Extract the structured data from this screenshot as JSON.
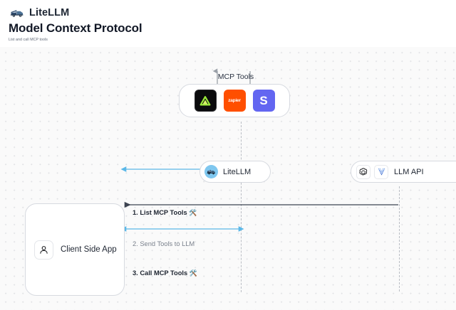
{
  "header": {
    "brand_icon": "litellm-truck-logo",
    "brand_name": "LiteLLM",
    "title": "Model Context Protocol",
    "subtitle": "List and call MCP tools"
  },
  "canvas": {
    "background": "#fafafa",
    "dot_color": "#e2e3e6"
  },
  "mcp_group": {
    "title": "MCP Tools",
    "tools": [
      {
        "name": "linear",
        "icon": "linear-triangle-icon",
        "label": "",
        "bg": "#0b0b0d"
      },
      {
        "name": "zapier",
        "icon": "zapier-wordmark-icon",
        "label": "zapier",
        "bg": "#ff4f00"
      },
      {
        "name": "slack",
        "icon": "slack-s-icon",
        "label": "S",
        "bg": "#6366f1"
      }
    ]
  },
  "nodes": {
    "litellm": {
      "label": "LiteLLM",
      "icon": "litellm-truck-icon",
      "badge_color": "#7fc7ef"
    },
    "llm_api": {
      "label": "LLM API",
      "icons": [
        {
          "name": "openai-logo-icon"
        },
        {
          "name": "azure-arrow-icon",
          "color": "#4a7fe0"
        }
      ]
    },
    "client": {
      "label": "Client Side App",
      "icon": "user-person-icon"
    }
  },
  "steps": [
    {
      "number": "1.",
      "text": "1. List MCP Tools",
      "emoji": "🛠️",
      "color": "#5bb8e8",
      "direction": "bidirectional"
    },
    {
      "number": "2.",
      "text": "2. Send Tools to LLM",
      "emoji": "",
      "color": "#3c4350",
      "direction": "left"
    },
    {
      "number": "3.",
      "text": "3. Call MCP Tools",
      "emoji": "🛠️",
      "color": "#5bb8e8",
      "direction": "bidirectional"
    }
  ],
  "flows": {
    "litellm_to_mcp_up": "up-arrow-litellm-to-mcp",
    "mcp_to_litellm_down": "down-arrow-mcp-to-litellm"
  }
}
